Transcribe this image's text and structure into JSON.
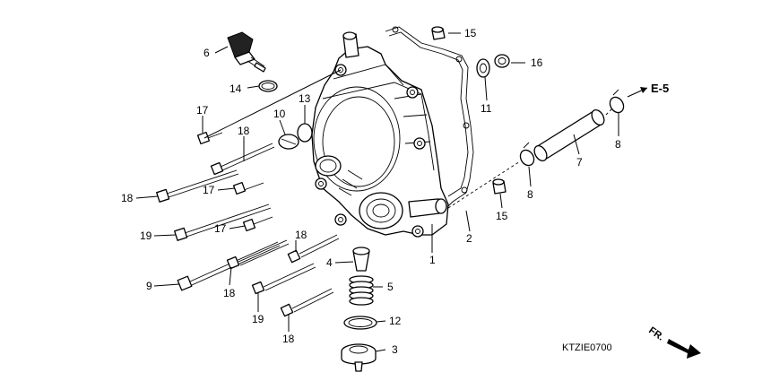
{
  "diagram": {
    "code": "KTZIE0700",
    "reference": "E-5",
    "direction_label": "FR.",
    "callouts": [
      {
        "id": "c6",
        "label": "6"
      },
      {
        "id": "c14",
        "label": "14"
      },
      {
        "id": "c17a",
        "label": "17"
      },
      {
        "id": "c10",
        "label": "10"
      },
      {
        "id": "c13",
        "label": "13"
      },
      {
        "id": "c18a",
        "label": "18"
      },
      {
        "id": "c18b",
        "label": "18"
      },
      {
        "id": "c17b",
        "label": "17"
      },
      {
        "id": "c19a",
        "label": "19"
      },
      {
        "id": "c17c",
        "label": "17"
      },
      {
        "id": "c18c",
        "label": "18"
      },
      {
        "id": "c9",
        "label": "9"
      },
      {
        "id": "c18d",
        "label": "18"
      },
      {
        "id": "c19b",
        "label": "19"
      },
      {
        "id": "c18e",
        "label": "18"
      },
      {
        "id": "c4",
        "label": "4"
      },
      {
        "id": "c5",
        "label": "5"
      },
      {
        "id": "c12",
        "label": "12"
      },
      {
        "id": "c3",
        "label": "3"
      },
      {
        "id": "c1",
        "label": "1"
      },
      {
        "id": "c2",
        "label": "2"
      },
      {
        "id": "c15a",
        "label": "15"
      },
      {
        "id": "c16",
        "label": "16"
      },
      {
        "id": "c11",
        "label": "11"
      },
      {
        "id": "c8a",
        "label": "8"
      },
      {
        "id": "c7",
        "label": "7"
      },
      {
        "id": "c8b",
        "label": "8"
      },
      {
        "id": "c15b",
        "label": "15"
      }
    ]
  }
}
